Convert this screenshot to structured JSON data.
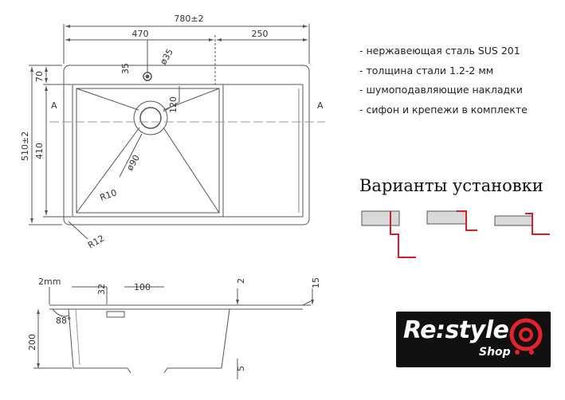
{
  "dimensions": {
    "total_width": "780±2",
    "left_part": "470",
    "right_part": "250",
    "hole_offset": "35",
    "hole_dia": "ø35",
    "top_margin": "70",
    "total_depth": "510±2",
    "bowl_depth": "410",
    "drain_radius": "120",
    "drain_dia": "ø90",
    "inner_radius": "R10",
    "outer_radius": "R12",
    "section_mark": "A",
    "thickness": "2mm",
    "rim_offset": "32",
    "rim_width": "100",
    "dim_2": "2",
    "dim_15": "15",
    "dim_200": "200",
    "angle": "88°",
    "dim_5": "5"
  },
  "features": [
    "- нержавеющая сталь SUS 201",
    "- толщина стали 1.2-2 мм",
    "- шумоподавляющие накладки",
    "- сифон и крепежи в комплекте"
  ],
  "install": {
    "title": "Варианты установки"
  },
  "logo": {
    "main": "Re:style",
    "sub": "Shop",
    "accent_color": "#e4222b"
  },
  "colors": {
    "line": "#555555",
    "mount": "#d61f2a",
    "counter_fill": "#d9d9d9"
  }
}
